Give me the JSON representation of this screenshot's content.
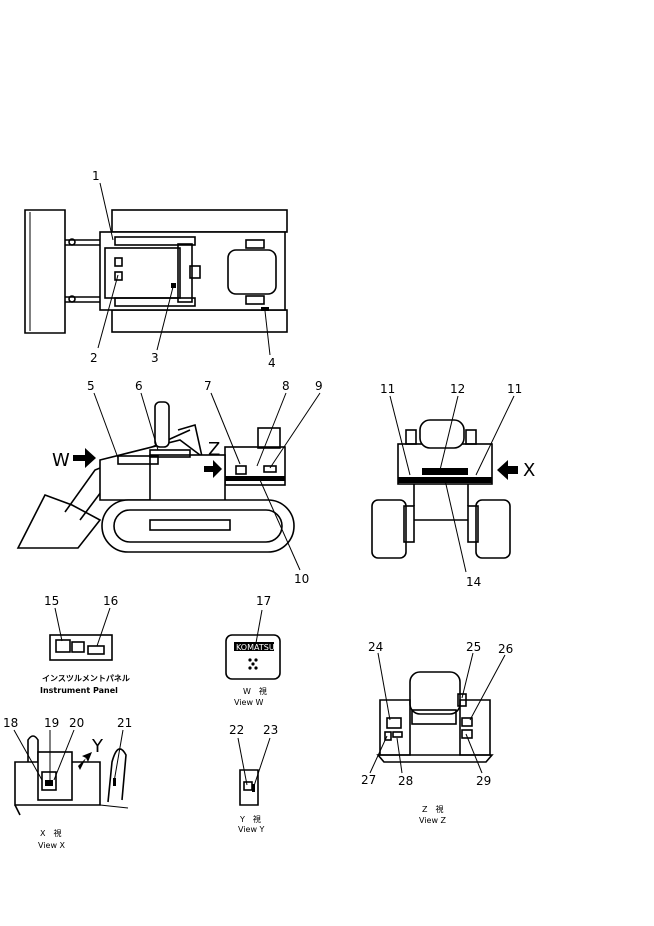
{
  "callouts": {
    "c1": "1",
    "c2": "2",
    "c3": "3",
    "c4": "4",
    "c5": "5",
    "c6": "6",
    "c7": "7",
    "c8": "8",
    "c9": "9",
    "c10": "10",
    "c11a": "11",
    "c11b": "11",
    "c12": "12",
    "c14": "14",
    "c15": "15",
    "c16": "16",
    "c17": "17",
    "c18": "18",
    "c19": "19",
    "c20": "20",
    "c21": "21",
    "c22": "22",
    "c23": "23",
    "c24": "24",
    "c25": "25",
    "c26": "26",
    "c27": "27",
    "c28": "28",
    "c29": "29"
  },
  "view_markers": {
    "w": "W",
    "z": "Z",
    "x": "X",
    "y": "Y"
  },
  "captions": {
    "instrument_jp": "インスツルメントパネル",
    "instrument_en": "Instrument  Panel",
    "view_w_jp": "W　視",
    "view_w_en": "View  W",
    "view_x_jp": "X　視",
    "view_x_en": "View  X",
    "view_y_jp": "Y　視",
    "view_y_en": "View  Y",
    "view_z_jp": "Z　視",
    "view_z_en": "View  Z",
    "plate_text": "KOMATSU"
  }
}
